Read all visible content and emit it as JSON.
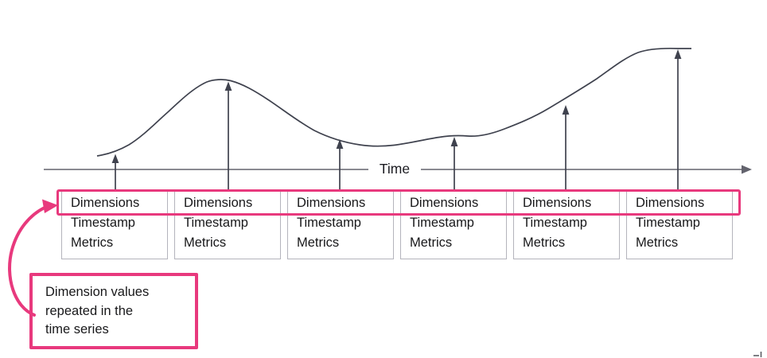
{
  "diagram": {
    "description": "Time series diagram: curve over a Time axis with arrows from data records to curve points"
  },
  "axis": {
    "label": "Time"
  },
  "records": [
    {
      "dimensions": "Dimensions",
      "timestamp": "Timestamp",
      "metrics": "Metrics"
    },
    {
      "dimensions": "Dimensions",
      "timestamp": "Timestamp",
      "metrics": "Metrics"
    },
    {
      "dimensions": "Dimensions",
      "timestamp": "Timestamp",
      "metrics": "Metrics"
    },
    {
      "dimensions": "Dimensions",
      "timestamp": "Timestamp",
      "metrics": "Metrics"
    },
    {
      "dimensions": "Dimensions",
      "timestamp": "Timestamp",
      "metrics": "Metrics"
    },
    {
      "dimensions": "Dimensions",
      "timestamp": "Timestamp",
      "metrics": "Metrics"
    }
  ],
  "callout": {
    "lines": [
      "Dimension values",
      "repeated in the",
      "time series"
    ]
  },
  "colors": {
    "accent_pink": "#e8397d",
    "curve_dark": "#3f424e",
    "axis_gray": "#63636d",
    "box_border": "#b4b4bc",
    "text": "#18181a"
  }
}
